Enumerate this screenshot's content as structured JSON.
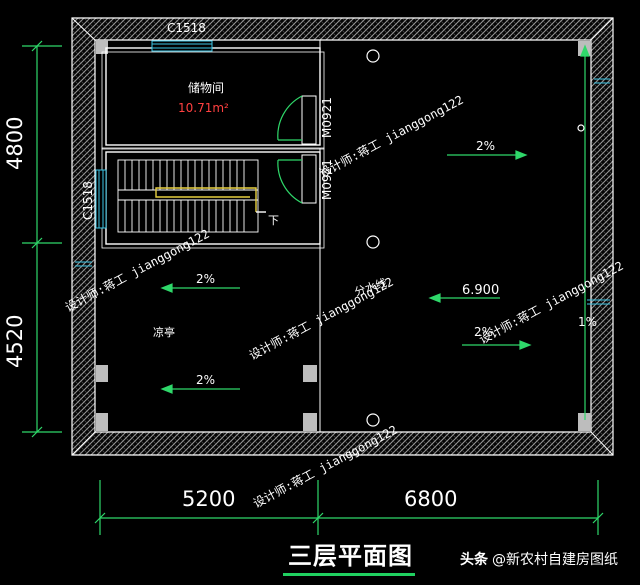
{
  "rooms": {
    "storage_name": "储物间",
    "storage_area": "10.71m²",
    "cool_pavilion": "凉亭"
  },
  "windows": {
    "top": "C1518",
    "left": "C1518"
  },
  "doors": {
    "upper": "M0921",
    "lower": "M0921"
  },
  "stair_label": "下",
  "slopes": {
    "right_upper": "2%",
    "left_upper": "2%",
    "left_lower": "2%",
    "right_mid": "2%",
    "right_side": "1%"
  },
  "elevation": "6.900",
  "split_line_label": "分水线",
  "dimensions": {
    "left_upper": "4800",
    "left_lower": "4520",
    "bottom_left": "5200",
    "bottom_right": "6800"
  },
  "watermark": "设计师:蒋工 jianggong122",
  "title": "三层平面图",
  "brand": {
    "source": "头条",
    "account": "@新农村自建房图纸"
  }
}
